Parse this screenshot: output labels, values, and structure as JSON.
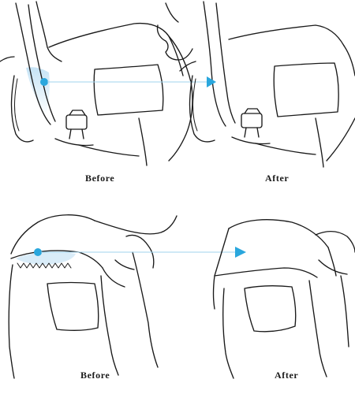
{
  "panels": {
    "top_left_caption": "Before",
    "top_right_caption": "After",
    "bottom_left_caption": "Before",
    "bottom_right_caption": "After"
  },
  "colors": {
    "marker": "#2aa7dd",
    "guide": "#9fd3ee",
    "gap_fill": "#d9ecf8",
    "ink": "#1a1a1a"
  },
  "icons": {
    "start_marker": "blue-dot",
    "end_marker": "blue-arrowhead"
  }
}
